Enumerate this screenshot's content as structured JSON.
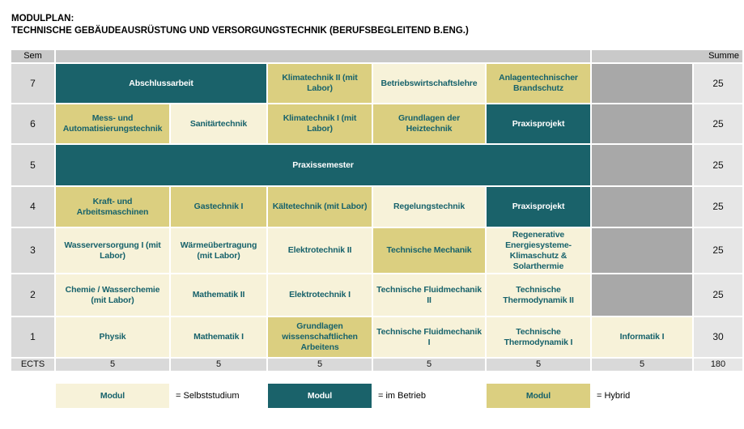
{
  "title": {
    "line1": "MODULPLAN:",
    "line2": "TECHNISCHE GEBÄUDEAUSRÜSTUNG UND VERSORGUNGSTECHNIK (BERUFSBEGLEITEND B.ENG.)"
  },
  "colors": {
    "teal_betrieb": "#1a626a",
    "khaki_hybrid": "#dbcf80",
    "cream_selbststudium": "#f7f2d9",
    "empty_cell": "#a8a8a8",
    "header_gray": "#c9c9c9",
    "sem_gray": "#d9d9d9",
    "summe_gray": "#e6e6e6",
    "module_text": "#17626b"
  },
  "header": {
    "sem_label": "Sem",
    "summe_label": "Summe"
  },
  "rows": [
    {
      "sem": "7",
      "summe": "25",
      "modules": [
        {
          "label": "Abschlussarbeit",
          "mode": "im Betrieb"
        },
        {
          "label": "Klimatechnik II (mit Labor)",
          "mode": "Hybrid"
        },
        {
          "label": "Betriebswirtschaftslehre",
          "mode": "Selbststudium"
        },
        {
          "label": "Anlagentechnischer Brandschutz",
          "mode": "Hybrid"
        }
      ]
    },
    {
      "sem": "6",
      "summe": "25",
      "modules": [
        {
          "label": "Mess- und Automatisierungstechnik",
          "mode": "Hybrid"
        },
        {
          "label": "Sanitärtechnik",
          "mode": "Selbststudium"
        },
        {
          "label": "Klimatechnik I (mit Labor)",
          "mode": "Hybrid"
        },
        {
          "label": "Grundlagen der Heiztechnik",
          "mode": "Hybrid"
        },
        {
          "label": "Praxisprojekt",
          "mode": "im Betrieb"
        }
      ]
    },
    {
      "sem": "5",
      "summe": "25",
      "modules": [
        {
          "label": "Praxissemester",
          "mode": "im Betrieb"
        }
      ]
    },
    {
      "sem": "4",
      "summe": "25",
      "modules": [
        {
          "label": "Kraft- und Arbeitsmaschinen",
          "mode": "Hybrid"
        },
        {
          "label": "Gastechnik I",
          "mode": "Hybrid"
        },
        {
          "label": "Kältetechnik (mit Labor)",
          "mode": "Hybrid"
        },
        {
          "label": "Regelungstechnik",
          "mode": "Selbststudium"
        },
        {
          "label": "Praxisprojekt",
          "mode": "im Betrieb"
        }
      ]
    },
    {
      "sem": "3",
      "summe": "25",
      "modules": [
        {
          "label": "Wasserversorgung I (mit Labor)",
          "mode": "Selbststudium"
        },
        {
          "label": "Wärmeübertragung (mit Labor)",
          "mode": "Selbststudium"
        },
        {
          "label": "Elektrotechnik II",
          "mode": "Selbststudium"
        },
        {
          "label": "Technische Mechanik",
          "mode": "Hybrid"
        },
        {
          "label": "Regenerative Energiesysteme- Klimaschutz & Solarthermie",
          "mode": "Selbststudium"
        }
      ]
    },
    {
      "sem": "2",
      "summe": "25",
      "modules": [
        {
          "label": "Chemie / Wasserchemie (mit Labor)",
          "mode": "Selbststudium"
        },
        {
          "label": "Mathematik II",
          "mode": "Selbststudium"
        },
        {
          "label": "Elektrotechnik I",
          "mode": "Selbststudium"
        },
        {
          "label": "Technische Fluidmechanik II",
          "mode": "Selbststudium"
        },
        {
          "label": "Technische Thermodynamik II",
          "mode": "Selbststudium"
        }
      ]
    },
    {
      "sem": "1",
      "summe": "30",
      "modules": [
        {
          "label": "Physik",
          "mode": "Selbststudium"
        },
        {
          "label": "Mathematik I",
          "mode": "Selbststudium"
        },
        {
          "label": "Grundlagen wissenschaftlichen Arbeitens",
          "mode": "Hybrid"
        },
        {
          "label": "Technische Fluidmechanik I",
          "mode": "Selbststudium"
        },
        {
          "label": "Technische Thermodynamik I",
          "mode": "Selbststudium"
        },
        {
          "label": "Informatik I",
          "mode": "Selbststudium"
        }
      ]
    }
  ],
  "ects": {
    "label": "ECTS",
    "values": [
      "5",
      "5",
      "5",
      "5",
      "5",
      "5"
    ],
    "total": "180"
  },
  "legend": {
    "items": [
      {
        "box_label": "Modul",
        "meaning": "= Selbststudium"
      },
      {
        "box_label": "Modul",
        "meaning": "= im Betrieb"
      },
      {
        "box_label": "Modul",
        "meaning": "= Hybrid"
      }
    ]
  }
}
